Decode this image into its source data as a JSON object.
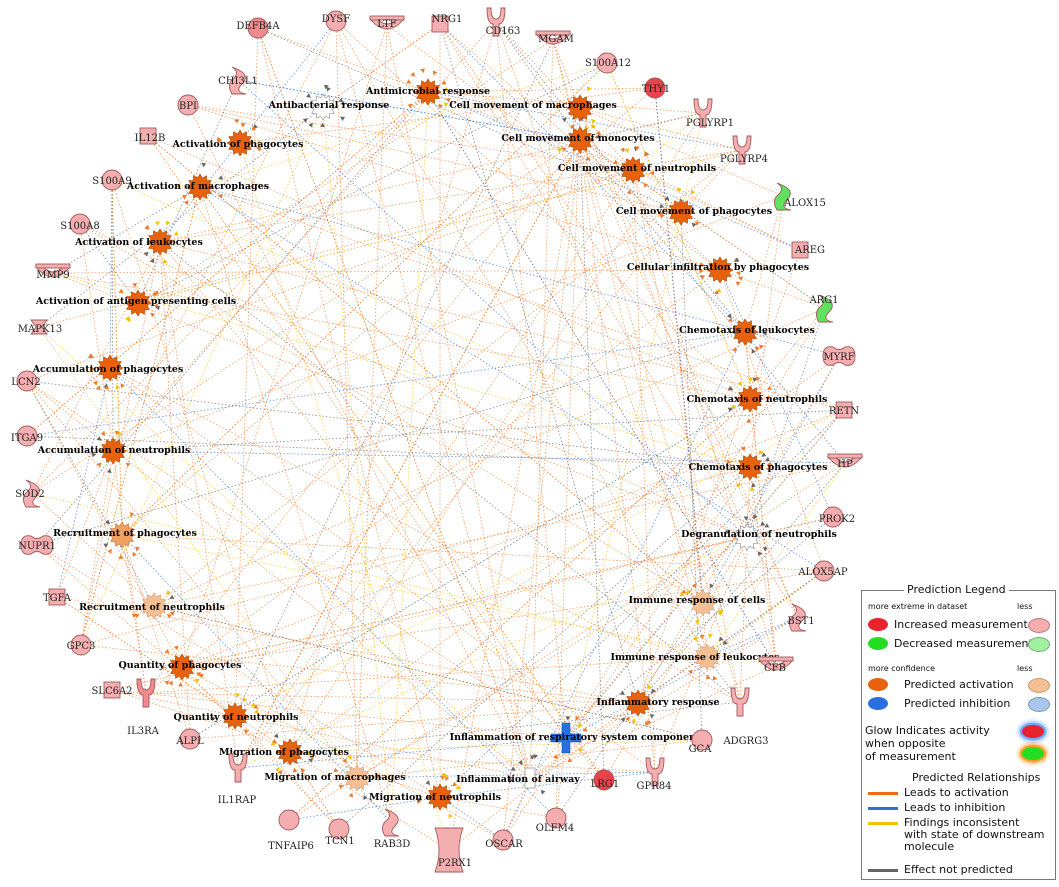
{
  "molecules": [
    {
      "label": "DYSF",
      "shape": "circle",
      "color": "#f4aeb0"
    },
    {
      "label": "LTF",
      "shape": "peptidase",
      "color": "#f4aeb0"
    },
    {
      "label": "NRG1",
      "shape": "square",
      "color": "#f4aeb0"
    },
    {
      "label": "CD163",
      "shape": "receptor",
      "color": "#f4aeb0"
    },
    {
      "label": "MGAM",
      "shape": "peptidase",
      "color": "#f4aeb0"
    },
    {
      "label": "S100A12",
      "shape": "circle",
      "color": "#f4aeb0"
    },
    {
      "label": "THY1",
      "shape": "circle",
      "color": "#e8434a"
    },
    {
      "label": "PGLYRP1",
      "shape": "receptor",
      "color": "#f4aeb0"
    },
    {
      "label": "PGLYRP4",
      "shape": "receptor",
      "color": "#f4aeb0"
    },
    {
      "label": "ALOX15",
      "shape": "enzyme",
      "color": "#5fe35f"
    },
    {
      "label": "AREG",
      "shape": "square",
      "color": "#f4aeb0"
    },
    {
      "label": "ARG1",
      "shape": "enzyme",
      "color": "#5fe35f"
    },
    {
      "label": "MYRF",
      "shape": "transreg",
      "color": "#f4aeb0"
    },
    {
      "label": "RETN",
      "shape": "square",
      "color": "#f4aeb0"
    },
    {
      "label": "HP",
      "shape": "peptidase",
      "color": "#f4aeb0"
    },
    {
      "label": "PROK2",
      "shape": "circle",
      "color": "#f4aeb0"
    },
    {
      "label": "ALOX5AP",
      "shape": "circle",
      "color": "#f4aeb0"
    },
    {
      "label": "BST1",
      "shape": "enzyme",
      "color": "#f4aeb0"
    },
    {
      "label": "CFB",
      "shape": "peptidase",
      "color": "#f4aeb0"
    },
    {
      "label": "ADGRG3",
      "shape": "receptor",
      "color": "#f4aeb0"
    },
    {
      "label": "GCA",
      "shape": "circle",
      "color": "#f4aeb0"
    },
    {
      "label": "GPR84",
      "shape": "receptor",
      "color": "#f4aeb0"
    },
    {
      "label": "LRG1",
      "shape": "circle",
      "color": "#e8434a"
    },
    {
      "label": "OLFM4",
      "shape": "circle",
      "color": "#f4aeb0"
    },
    {
      "label": "OSCAR",
      "shape": "circle",
      "color": "#f4aeb0"
    },
    {
      "label": "P2RX1",
      "shape": "channel",
      "color": "#f4aeb0"
    },
    {
      "label": "RAB3D",
      "shape": "enzyme",
      "color": "#f4aeb0"
    },
    {
      "label": "TCN1",
      "shape": "circle",
      "color": "#f4aeb0"
    },
    {
      "label": "TNFAIP6",
      "shape": "circle",
      "color": "#f4aeb0"
    },
    {
      "label": "IL1RAP",
      "shape": "receptor",
      "color": "#f4aeb0"
    },
    {
      "label": "ALPL",
      "shape": "circle",
      "color": "#f4aeb0"
    },
    {
      "label": "IL3RA",
      "shape": "receptor",
      "color": "#f08a8f"
    },
    {
      "label": "SLC6A2",
      "shape": "square",
      "color": "#f4aeb0"
    },
    {
      "label": "GPC3",
      "shape": "circle",
      "color": "#f4aeb0"
    },
    {
      "label": "TGFA",
      "shape": "square",
      "color": "#f4aeb0"
    },
    {
      "label": "NUPR1",
      "shape": "transreg",
      "color": "#f4aeb0"
    },
    {
      "label": "SOD2",
      "shape": "enzyme",
      "color": "#f4aeb0"
    },
    {
      "label": "ITGA9",
      "shape": "circle",
      "color": "#f4aeb0"
    },
    {
      "label": "LCN2",
      "shape": "circle",
      "color": "#f4aeb0"
    },
    {
      "label": "MAPK13",
      "shape": "kinase",
      "color": "#f4aeb0"
    },
    {
      "label": "MMP9",
      "shape": "peptidase",
      "color": "#f4aeb0"
    },
    {
      "label": "S100A8",
      "shape": "circle",
      "color": "#f4aeb0"
    },
    {
      "label": "S100A9",
      "shape": "circle",
      "color": "#f4aeb0"
    },
    {
      "label": "IL12B",
      "shape": "square",
      "color": "#f4aeb0"
    },
    {
      "label": "BPI",
      "shape": "circle",
      "color": "#f4aeb0"
    },
    {
      "label": "CHI3L1",
      "shape": "enzyme",
      "color": "#f4aeb0"
    },
    {
      "label": "DEFB4A",
      "shape": "circle",
      "color": "#f08a8f"
    }
  ],
  "functions": [
    {
      "label": "Antimicrobial response",
      "state": "activation"
    },
    {
      "label": "Cell movement of macrophages",
      "state": "activation"
    },
    {
      "label": "Cell movement of monocytes",
      "state": "activation"
    },
    {
      "label": "Cell movement of neutrophils",
      "state": "activation"
    },
    {
      "label": "Cell movement of phagocytes",
      "state": "activation"
    },
    {
      "label": "Cellular infiltration by phagocytes",
      "state": "activation"
    },
    {
      "label": "Chemotaxis of leukocytes",
      "state": "activation"
    },
    {
      "label": "Chemotaxis of neutrophils",
      "state": "activation"
    },
    {
      "label": "Chemotaxis of phagocytes",
      "state": "activation"
    },
    {
      "label": "Degranulation of neutrophils",
      "state": "none"
    },
    {
      "label": "Immune response of cells",
      "state": "weak"
    },
    {
      "label": "Immune response of leukocytes",
      "state": "weak"
    },
    {
      "label": "Inflammatory response",
      "state": "activation"
    },
    {
      "label": "Inflammation of respiratory system component",
      "state": "inhibition"
    },
    {
      "label": "Inflammation of airway",
      "state": "none"
    },
    {
      "label": "Migration of neutrophils",
      "state": "activation"
    },
    {
      "label": "Migration of macrophages",
      "state": "weak"
    },
    {
      "label": "Migration of phagocytes",
      "state": "activation"
    },
    {
      "label": "Quantity of neutrophils",
      "state": "activation"
    },
    {
      "label": "Quantity of phagocytes",
      "state": "activation"
    },
    {
      "label": "Recruitment of neutrophils",
      "state": "weak"
    },
    {
      "label": "Recruitment of phagocytes",
      "state": "medium"
    },
    {
      "label": "Accumulation of neutrophils",
      "state": "activation"
    },
    {
      "label": "Accumulation of phagocytes",
      "state": "activation"
    },
    {
      "label": "Activation of antigen presenting cells",
      "state": "activation"
    },
    {
      "label": "Activation of leukocytes",
      "state": "activation"
    },
    {
      "label": "Activation of macrophages",
      "state": "activation"
    },
    {
      "label": "Activation of phagocytes",
      "state": "activation"
    },
    {
      "label": "Antibacterial response",
      "state": "none"
    }
  ],
  "colors": {
    "increased": "#e8232e",
    "increased_less": "#f4aeb0",
    "decreased": "#22dd22",
    "decreased_less": "#9ff09f",
    "activation": "#e8620e",
    "activation_less": "#f5bf96",
    "inhibition": "#2a6fe0",
    "inhibition_less": "#a9c6ef",
    "edge_activation": "#ef7a2a",
    "edge_inhibition": "#2f6fd6",
    "edge_inconsistent": "#f2c200",
    "edge_not_predicted": "#666666"
  },
  "legend": {
    "title": "Prediction Legend",
    "more_extreme": "more extreme in dataset",
    "less": "less",
    "increased": "Increased measurement",
    "decreased": "Decreased measurement",
    "more_confidence": "more confidence",
    "activation": "Predicted activation",
    "inhibition": "Predicted inhibition",
    "glow_line1": "Glow Indicates activity",
    "glow_line2": "when opposite",
    "glow_line3": "of measurement",
    "relationships_title": "Predicted Relationships",
    "rel_activation": "Leads to activation",
    "rel_inhibition": "Leads to inhibition",
    "rel_inconsistent_1": "Findings inconsistent",
    "rel_inconsistent_2": "with state of downstream",
    "rel_inconsistent_3": "molecule",
    "rel_not_predicted": "Effect not predicted"
  }
}
